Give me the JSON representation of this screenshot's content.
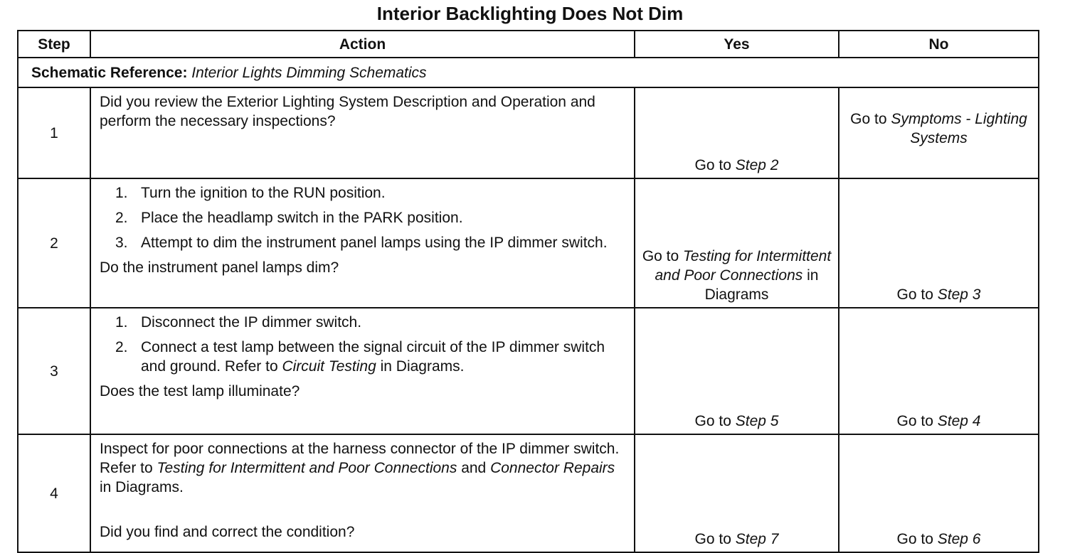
{
  "title": "Interior Backlighting Does Not Dim",
  "headers": {
    "step": "Step",
    "action": "Action",
    "yes": "Yes",
    "no": "No"
  },
  "schematic": {
    "label": "Schematic Reference:",
    "value": "Interior Lights Dimming Schematics"
  },
  "rows": [
    {
      "step": "1",
      "action_text": "Did you review the Exterior Lighting System Description and Operation and perform the necessary inspections?",
      "yes_prefix": "Go to",
      "yes_italic": "Step 2",
      "no_prefix": "Go to",
      "no_italic": "Symptoms - Lighting Systems"
    },
    {
      "step": "2",
      "substeps": [
        {
          "num": "1.",
          "text": "Turn the ignition to the RUN position."
        },
        {
          "num": "2.",
          "text": "Place the headlamp switch in the PARK position."
        },
        {
          "num": "3.",
          "text": "Attempt to dim the instrument panel lamps using the IP dimmer switch."
        }
      ],
      "question": "Do the instrument panel lamps dim?",
      "yes_prefix": "Go to",
      "yes_italic": "Testing for Intermittent and Poor Connections",
      "yes_suffix": "in Diagrams",
      "no_prefix": "Go to",
      "no_italic": "Step 3"
    },
    {
      "step": "3",
      "substeps": [
        {
          "num": "1.",
          "text": "Disconnect the IP dimmer switch."
        },
        {
          "num": "2.",
          "text_before": "Connect a test lamp between the signal circuit of the IP dimmer switch and ground. Refer to",
          "text_italic": "Circuit Testing",
          "text_after": "in Diagrams."
        }
      ],
      "question": "Does the test lamp illuminate?",
      "yes_prefix": "Go to",
      "yes_italic": "Step 5",
      "no_prefix": "Go to",
      "no_italic": "Step 4"
    },
    {
      "step": "4",
      "action_before": "Inspect for poor connections at the harness connector of the IP dimmer switch. Refer to",
      "action_italic1": "Testing for Intermittent and Poor Connections",
      "action_mid": "and",
      "action_italic2": "Connector Repairs",
      "action_after": "in Diagrams.",
      "question": "Did you find and correct the condition?",
      "yes_prefix": "Go to",
      "yes_italic": "Step 7",
      "no_prefix": "Go to",
      "no_italic": "Step 6"
    }
  ]
}
